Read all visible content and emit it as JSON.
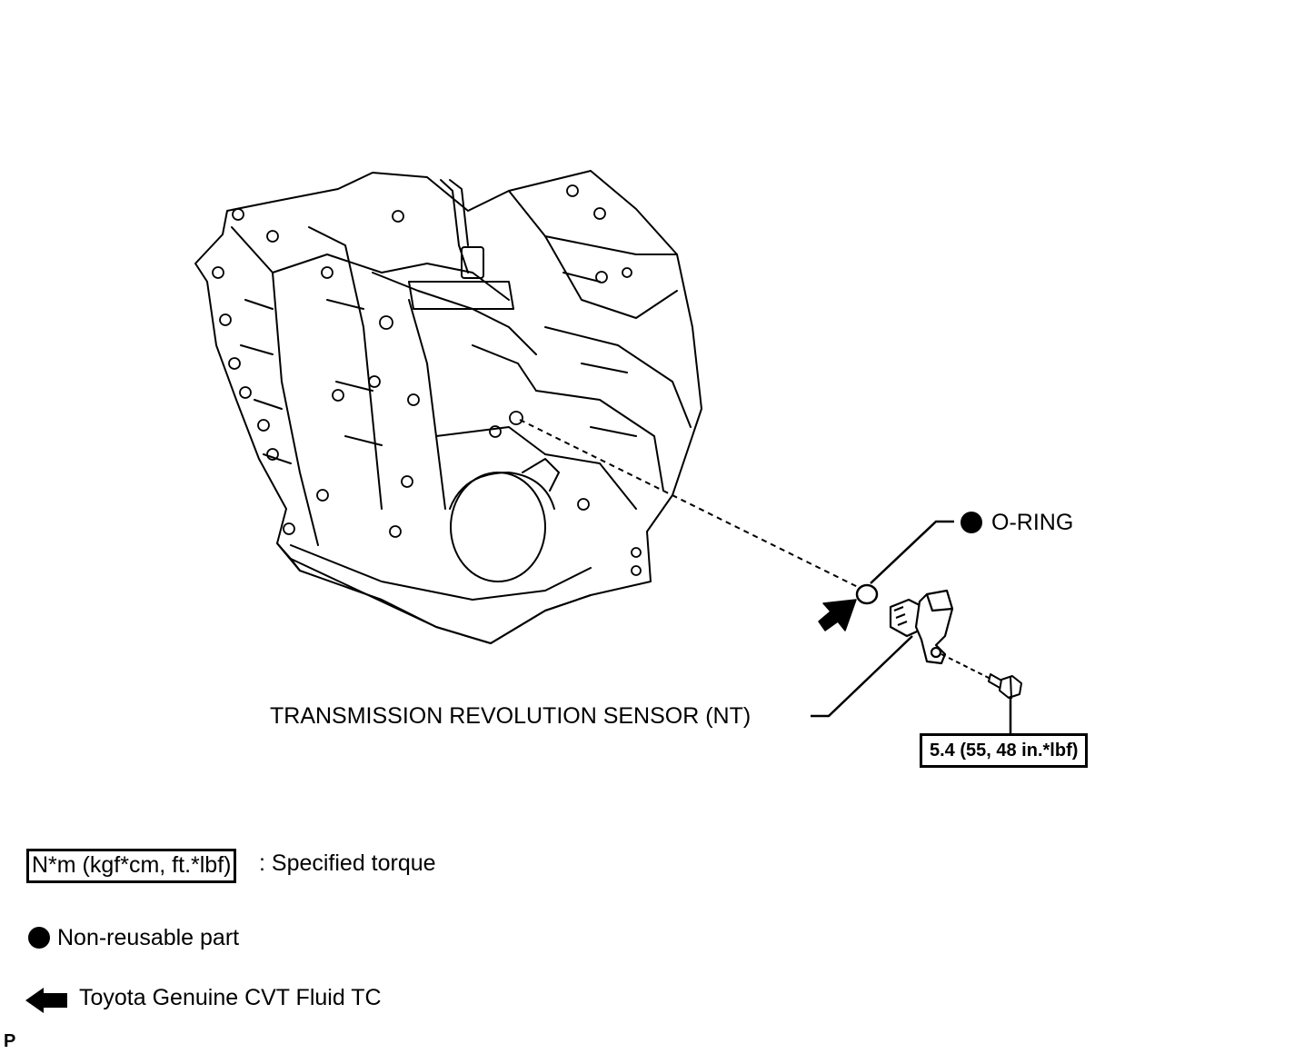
{
  "labels": {
    "o_ring": "O-RING",
    "sensor": "TRANSMISSION REVOLUTION SENSOR (NT)",
    "torque_value": "5.4 (55, 48 in.*lbf)"
  },
  "legend": {
    "torque_unit": "N*m (kgf*cm, ft.*lbf)",
    "torque_desc": ": Specified torque",
    "non_reusable": "Non-reusable part",
    "fluid": "Toyota Genuine CVT Fluid TC"
  },
  "corner_mark": "P"
}
